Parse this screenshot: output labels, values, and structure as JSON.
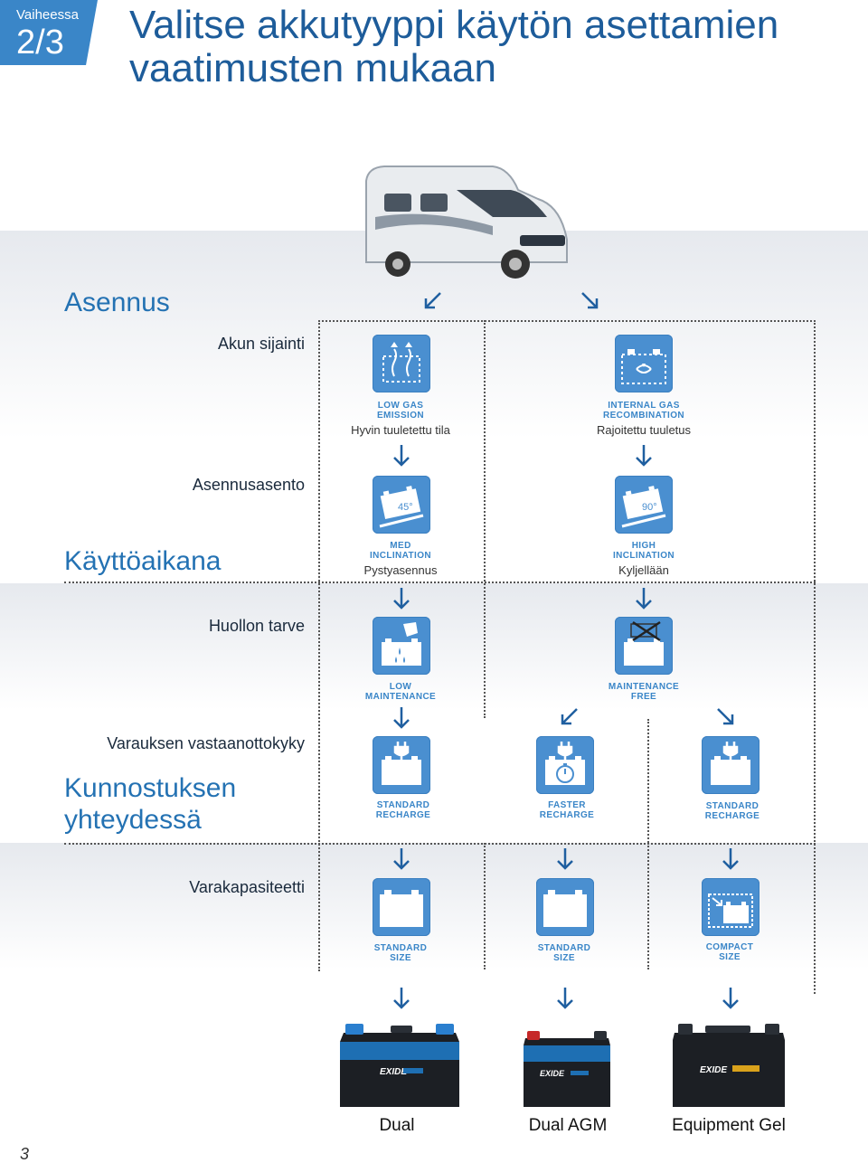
{
  "header": {
    "step_label": "Vaiheessa",
    "step_number": "2/3",
    "title": "Valitse akkutyyppi käytön asettamien vaatimusten mukaan"
  },
  "sections": {
    "installation": "Asennus",
    "usage": "Käyttöaikana",
    "recovery_line1": "Kunnostuksen",
    "recovery_line2": "yhteydessä"
  },
  "row_labels": {
    "location": "Akun sijainti",
    "position": "Asennusasento",
    "maintenance": "Huollon tarve",
    "charge": "Varauksen vastaanottokyky",
    "capacity": "Varakapasiteetti"
  },
  "location": [
    {
      "caption1": "LOW GAS",
      "caption2": "EMISSION",
      "sub": "Hyvin tuuletettu tila",
      "icon": "gas-emission-icon"
    },
    {
      "caption1": "INTERNAL GAS",
      "caption2": "RECOMBINATION",
      "sub": "Rajoitettu tuuletus",
      "icon": "gas-recombination-icon"
    }
  ],
  "position": [
    {
      "caption1": "MED",
      "caption2": "INCLINATION",
      "sub": "Pystyasennus",
      "angle": "45°",
      "icon": "inclination-45-icon"
    },
    {
      "caption1": "HIGH",
      "caption2": "INCLINATION",
      "sub": "Kyljellään",
      "angle": "90°",
      "icon": "inclination-90-icon"
    }
  ],
  "maintenance": [
    {
      "caption1": "LOW",
      "caption2": "MAINTENANCE",
      "icon": "water-refill-icon"
    },
    {
      "caption1": "MAINTENANCE",
      "caption2": "FREE",
      "icon": "no-refill-icon"
    }
  ],
  "charge": [
    {
      "caption1": "STANDARD",
      "caption2": "RECHARGE",
      "icon": "plug-battery-icon"
    },
    {
      "caption1": "FASTER",
      "caption2": "RECHARGE",
      "icon": "fast-charge-timer-icon"
    },
    {
      "caption1": "STANDARD",
      "caption2": "RECHARGE",
      "icon": "plug-battery-icon"
    }
  ],
  "capacity": [
    {
      "caption1": "STANDARD",
      "caption2": "SIZE",
      "icon": "battery-standard-icon"
    },
    {
      "caption1": "STANDARD",
      "caption2": "SIZE",
      "icon": "battery-standard-icon"
    },
    {
      "caption1": "COMPACT",
      "caption2": "SIZE",
      "icon": "battery-compact-icon"
    }
  ],
  "products": [
    "Dual",
    "Dual AGM",
    "Equipment Gel"
  ],
  "product_brand": "EXIDE",
  "page_number": "3",
  "colors": {
    "accent": "#3a86c8",
    "icon_bg": "#4a8fd0",
    "title": "#1d5c9a"
  }
}
